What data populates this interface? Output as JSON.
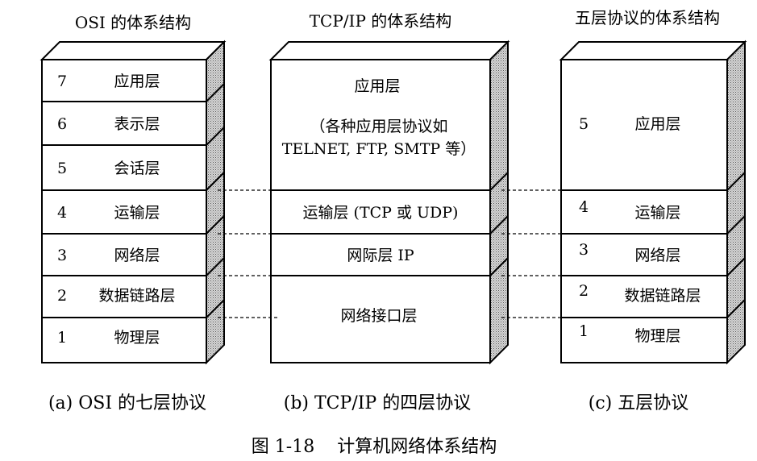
{
  "stacks": {
    "osi": {
      "title": "OSI 的体系结构",
      "caption": "(a) OSI 的七层协议",
      "layers": [
        {
          "num": "7",
          "name": "应用层"
        },
        {
          "num": "6",
          "name": "表示层"
        },
        {
          "num": "5",
          "name": "会话层"
        },
        {
          "num": "4",
          "name": "运输层"
        },
        {
          "num": "3",
          "name": "网络层"
        },
        {
          "num": "2",
          "name": "数据链路层"
        },
        {
          "num": "1",
          "name": "物理层"
        }
      ]
    },
    "tcpip": {
      "title": "TCP/IP 的体系结构",
      "caption": "(b) TCP/IP 的四层协议",
      "app_line1": "应用层",
      "app_line2": "（各种应用层协议如",
      "app_line3": "TELNET, FTP, SMTP 等）",
      "transport": "运输层 (TCP 或 UDP)",
      "internet": "网际层 IP",
      "netif": "网络接口层"
    },
    "five": {
      "title": "五层协议的体系结构",
      "caption": "(c)  五层协议",
      "layers": [
        {
          "num": "5",
          "name": "应用层"
        },
        {
          "num": "4",
          "name": "运输层"
        },
        {
          "num": "3",
          "name": "网络层"
        },
        {
          "num": "2",
          "name": "数据链路层"
        },
        {
          "num": "1",
          "name": "物理层"
        }
      ]
    }
  },
  "figure_caption": "图 1-18    计算机网络体系结构"
}
